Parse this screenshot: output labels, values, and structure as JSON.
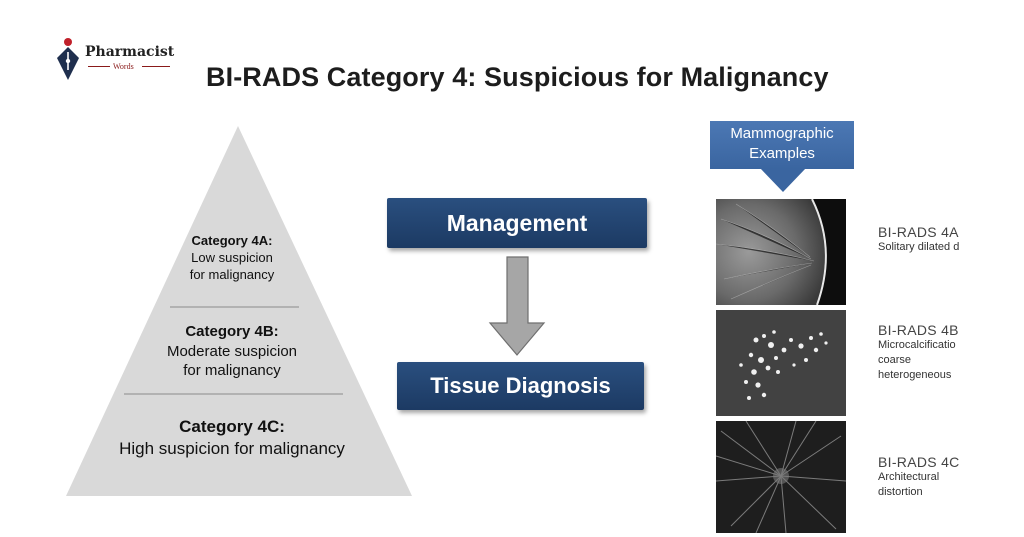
{
  "logo": {
    "name": "Pharmacist",
    "sub": "Words"
  },
  "title": "BI-RADS Category 4: Suspicious for Malignancy",
  "pyramid": {
    "tiers": [
      {
        "heading": "Category 4A:",
        "line1": "Low suspicion",
        "line2": "for malignancy"
      },
      {
        "heading": "Category 4B:",
        "line1": "Moderate suspicion",
        "line2": "for malignancy"
      },
      {
        "heading": "Category 4C:",
        "line1": "High suspicion for malignancy",
        "line2": ""
      }
    ],
    "fill_color": "#d9d9d9",
    "divider_color": "#8c8c8c"
  },
  "flow": {
    "management": "Management",
    "tissue": "Tissue Diagnosis",
    "box_color": "#1f3f6b"
  },
  "examples": {
    "callout_line1": "Mammographic",
    "callout_line2": "Examples",
    "items": [
      {
        "head": "BI-RADS 4A",
        "desc": [
          "Solitary dilated d"
        ]
      },
      {
        "head": "BI-RADS 4B",
        "desc": [
          "Microcalcificatio",
          "coarse",
          "heterogeneous"
        ]
      },
      {
        "head": "BI-RADS 4C",
        "desc": [
          "Architectural",
          "distortion"
        ]
      }
    ]
  }
}
